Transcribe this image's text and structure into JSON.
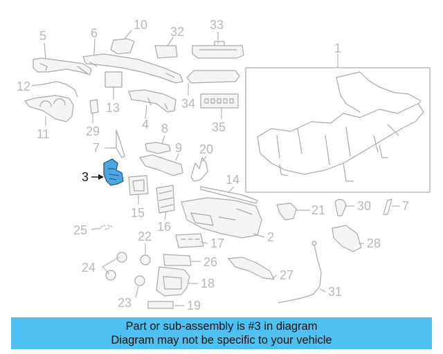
{
  "callouts": {
    "c1": "1",
    "c2": "2",
    "c3": "3",
    "c4": "4",
    "c5": "5",
    "c6": "6",
    "c7a": "7",
    "c7b": "7",
    "c8": "8",
    "c9": "9",
    "c10": "10",
    "c11": "11",
    "c12": "12",
    "c13": "13",
    "c14": "14",
    "c15": "15",
    "c16": "16",
    "c17": "17",
    "c18": "18",
    "c19": "19",
    "c20": "20",
    "c21": "21",
    "c22": "22",
    "c23": "23",
    "c24": "24",
    "c25": "25",
    "c26": "26",
    "c27": "27",
    "c28": "28",
    "c29": "29",
    "c30": "30",
    "c31": "31",
    "c32": "32",
    "c33": "33",
    "c34": "34",
    "c35": "35"
  },
  "highlight": {
    "part_number": "3",
    "color": "#4aa8e0"
  },
  "banner": {
    "line1": "Part or sub-assembly is #3 in diagram",
    "line2": "Diagram may not be specific to your vehicle",
    "color": "#4fc1f0"
  }
}
